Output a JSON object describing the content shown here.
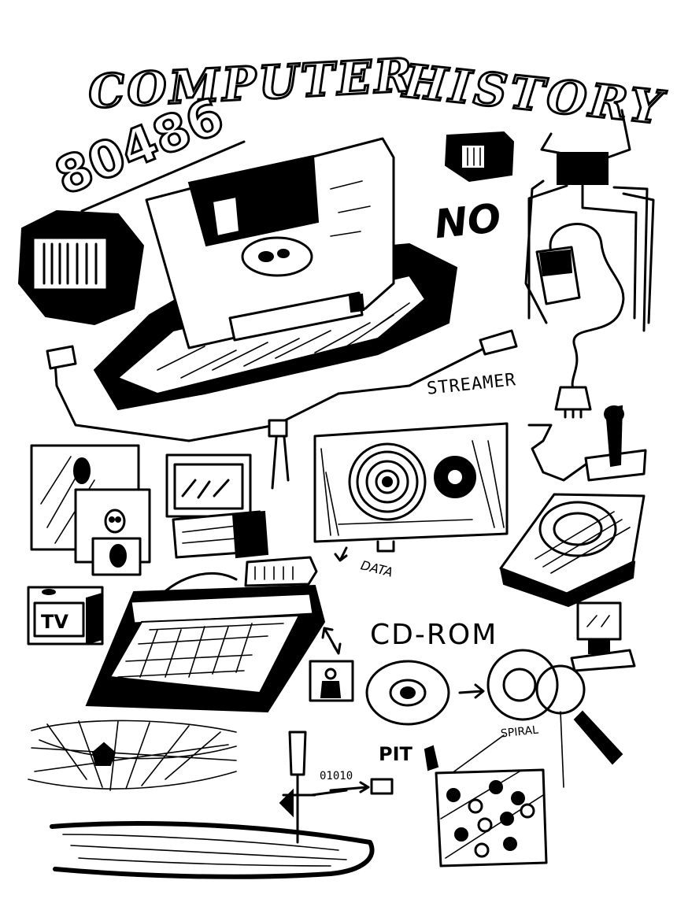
{
  "title": {
    "word1": "COMPUTER",
    "word2": "HISTORY"
  },
  "labels": {
    "cpu_model": "80486",
    "no": "NO",
    "streamer": "STREAMER",
    "data": "DATA",
    "cdrom": "CD-ROM",
    "spiral": "SPIRAL",
    "pit": "PIT",
    "binary": "01010",
    "tv": "TV"
  },
  "colors": {
    "ink": "#000000",
    "paper": "#ffffff"
  },
  "icons": [
    "floppy-disk-icon",
    "microchip-icon",
    "mouse-icon",
    "joystick-icon",
    "cassette-tape-icon",
    "hard-drive-icon",
    "desktop-computer-icon",
    "tv-icon",
    "keyboard-computer-icon",
    "cd-disc-icon",
    "magnifier-icon",
    "broken-screen-icon",
    "network-cable-icon"
  ]
}
